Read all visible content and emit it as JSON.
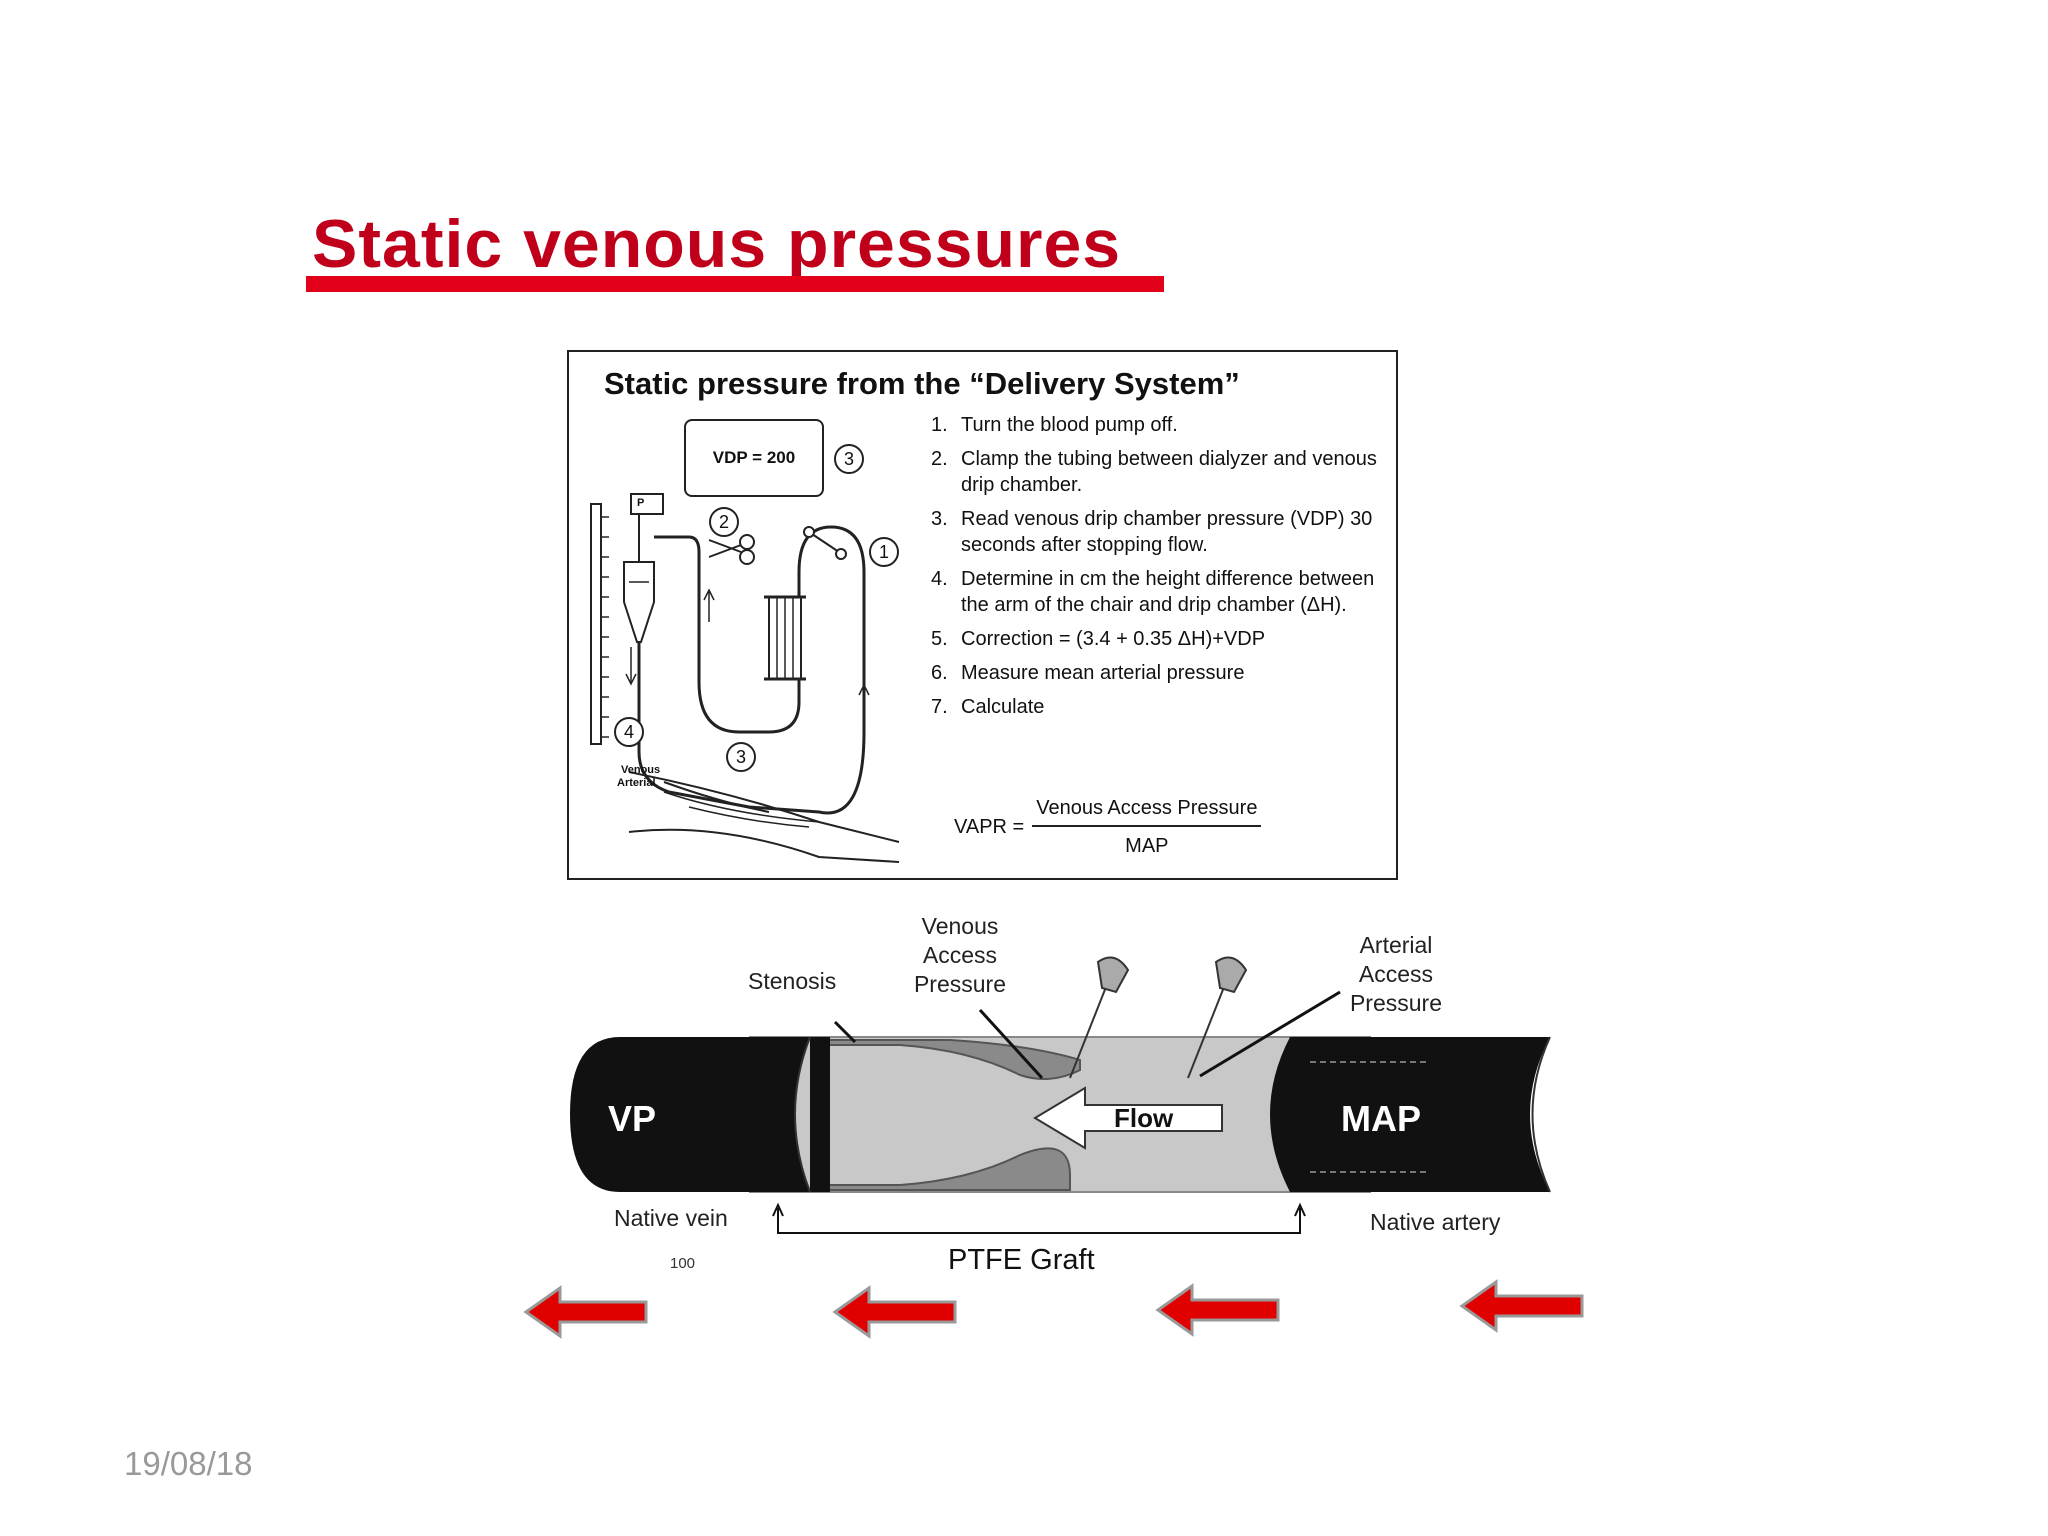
{
  "slide": {
    "title": "Static venous pressures",
    "date": "19/08/18"
  },
  "delivery": {
    "title": "Static pressure from the “Delivery System”",
    "vdp": "VDP = 200",
    "p_label": "P",
    "venous_label": "Venous",
    "arterial_label": "Arterial",
    "markers": [
      "1",
      "2",
      "3",
      "3",
      "4"
    ],
    "steps": [
      {
        "num": "1.",
        "text": "Turn the blood pump off."
      },
      {
        "num": "2.",
        "text": "Clamp the tubing between dialyzer and venous drip chamber."
      },
      {
        "num": "3.",
        "text": "Read venous drip chamber pressure (VDP) 30 seconds after stopping flow."
      },
      {
        "num": "4.",
        "text": "Determine in cm the height difference between the arm of the chair and drip chamber (ΔH)."
      },
      {
        "num": "5.",
        "text": "Correction = (3.4 + 0.35 ΔH)+VDP"
      },
      {
        "num": "6.",
        "text": "Measure mean arterial pressure"
      },
      {
        "num": "7.",
        "text": "Calculate"
      }
    ],
    "formula": {
      "lhs": "VAPR =",
      "numerator": "Venous Access Pressure",
      "denominator": "MAP"
    }
  },
  "graft": {
    "venous_access_pressure": "Venous Access Pressure",
    "arterial_access_pressure": "Arterial Access Pressure",
    "stenosis": "Stenosis",
    "vp": "VP",
    "map": "MAP",
    "flow": "Flow",
    "native_vein": "Native vein",
    "native_artery": "Native artery",
    "ptfe_graft": "PTFE Graft",
    "scale_mark": "100"
  },
  "colors": {
    "title_red": "#c0001a",
    "bar_red": "#e2001a",
    "arrow_red": "#e00000",
    "date_gray": "#999999"
  }
}
